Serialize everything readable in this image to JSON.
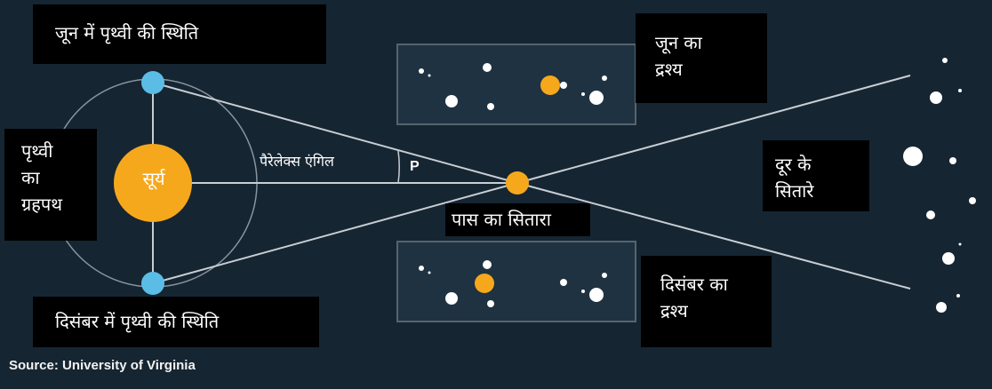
{
  "labels": {
    "june_position": "जून में पृथ्वी की स्थिति",
    "december_position": "दिसंबर  में पृथ्वी की स्थिति",
    "orbit": "पृथ्वी\nका\nग्रहपथ",
    "sun": "सूर्य",
    "parallax_angle": "पैरेलेक्स  एंगिल",
    "angle_symbol": "P",
    "nearby_star": "पास  का  सितारा",
    "june_view": "जून का\nद्रश्य",
    "december_view": "दिसंबर  का\nद्रश्य",
    "distant_stars": "दूर  के\nसितारे"
  },
  "source": "Source: University of Virginia",
  "colors": {
    "background": "#162532",
    "earth": "#5bbde6",
    "sun": "#f6a81c",
    "star": "#ffffff",
    "line": "#c8ced4"
  }
}
